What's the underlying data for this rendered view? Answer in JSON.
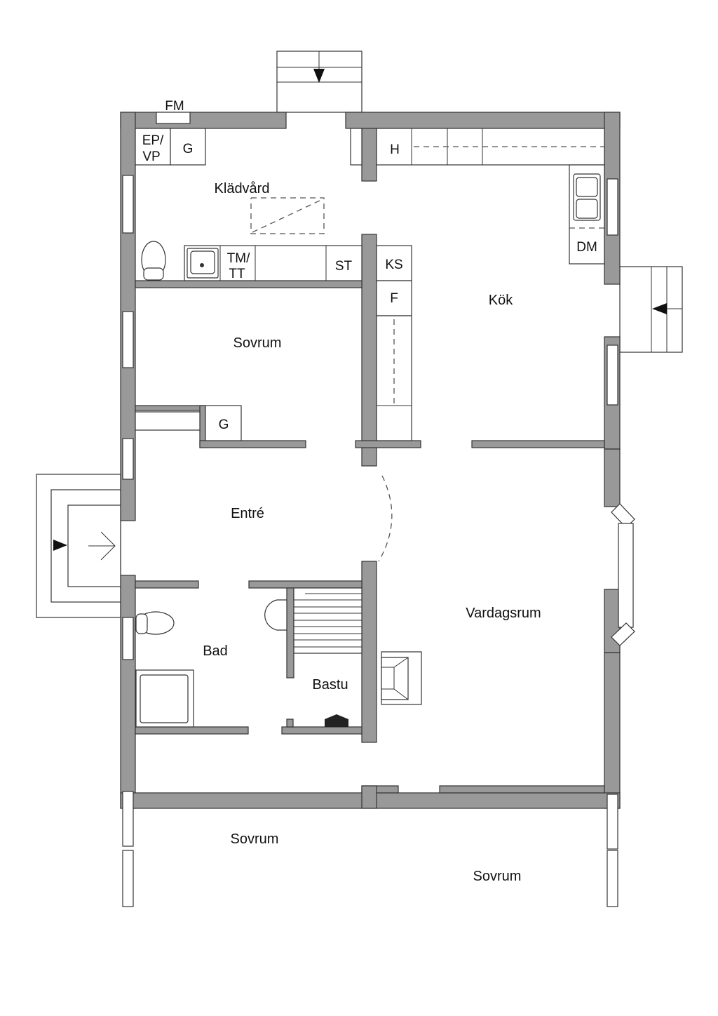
{
  "rooms": {
    "kladvard": "Klädvård",
    "kok": "Kök",
    "sovrum_top": "Sovrum",
    "entre": "Entré",
    "vardagsrum": "Vardagsrum",
    "bad": "Bad",
    "bastu": "Bastu",
    "sovrum_bottom_left": "Sovrum",
    "sovrum_bottom_right": "Sovrum"
  },
  "fixtures": {
    "fm": "FM",
    "ep": "EP/",
    "vp": "VP",
    "g_top": "G",
    "h": "H",
    "tm": "TM/",
    "tt": "TT",
    "st": "ST",
    "ks": "KS",
    "f": "F",
    "dm": "DM",
    "g_closet": "G"
  }
}
